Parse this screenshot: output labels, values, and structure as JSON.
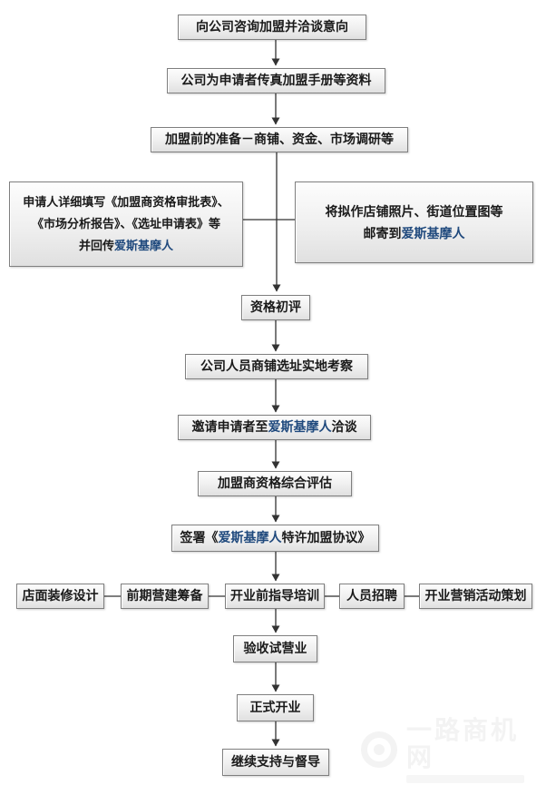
{
  "page": {
    "title": "加盟流程图",
    "background": "#ffffff"
  },
  "colors": {
    "box_border": "#7f7f7f",
    "box_background_top": "#fdfdfd",
    "box_background_bottom": "#e0e0e0",
    "text": "#1a1a1a",
    "brand_blue": "#1f497d",
    "connector": "#333333",
    "watermark": "#f3f3f3"
  },
  "nodes": {
    "n1": {
      "text": "向公司咨询加盟并洽谈意向"
    },
    "n2": {
      "text": "公司为申请者传真加盟手册等资料"
    },
    "n3": {
      "text": "加盟前的准备－商铺、资金、市场调研等"
    },
    "left_branch": {
      "line1": "申请人详细填写《加盟商资格审批表》、",
      "line2": "《市场分析报告》、《选址申请表》等",
      "line3_prefix": "并回传",
      "line3_brand": "爱斯基摩人"
    },
    "right_branch": {
      "line1": "将拟作店铺照片、街道位置图等",
      "line2_prefix": "邮寄到",
      "line2_brand": "爱斯基摩人"
    },
    "n6": {
      "text": "资格初评"
    },
    "n7": {
      "text": "公司人员商铺选址实地考察"
    },
    "n8": {
      "prefix": "邀请申请者至",
      "brand": "爱斯基摩人",
      "suffix": "洽谈"
    },
    "n9": {
      "text": "加盟商资格综合评估"
    },
    "n10": {
      "prefix": "签署《",
      "brand": "爱斯基摩人",
      "suffix": "特许加盟协议》"
    },
    "r1": {
      "text": "店面装修设计"
    },
    "r2": {
      "text": "前期营建筹备"
    },
    "r3": {
      "text": "开业前指导培训"
    },
    "r4": {
      "text": "人员招聘"
    },
    "r5": {
      "text": "开业营销活动策划"
    },
    "n12": {
      "text": "验收试营业"
    },
    "n13": {
      "text": "正式开业"
    },
    "n14": {
      "text": "继续支持与督导"
    }
  },
  "watermark": {
    "text": "一路商机网"
  }
}
